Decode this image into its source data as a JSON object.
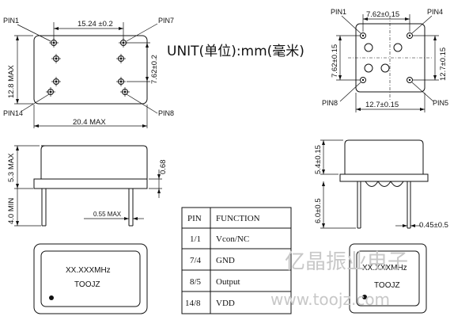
{
  "unit_note": "UNIT(单位):mm(毫米)",
  "top_view": {
    "pin1": "PIN1",
    "pin7": "PIN7",
    "pin14": "PIN14",
    "pin8": "PIN8",
    "pitch_width": "15.24 ±0.2",
    "pitch_height": "7.62±0.2",
    "overall_height": "12.8 MAX",
    "overall_width": "20.4 MAX"
  },
  "side_view": {
    "body_height": "5.3 MAX",
    "lead_length": "4.0 MIN",
    "lead_thickness": "0.55 MAX",
    "standoff": "0.68"
  },
  "pin_table": {
    "headers": [
      "PIN",
      "FUNCTION"
    ],
    "rows": [
      {
        "pin": "1/1",
        "function": "Vcon/NC"
      },
      {
        "pin": "7/4",
        "function": "GND"
      },
      {
        "pin": "8/5",
        "function": "Output"
      },
      {
        "pin": "14/8",
        "function": "VDD"
      }
    ]
  },
  "marking_left": {
    "line1": "XX.XXXMHz",
    "line2": "TOOJZ"
  },
  "half_view": {
    "pin1": "PIN1",
    "pin4": "PIN4",
    "pin8": "PIN8",
    "pin5": "PIN5",
    "pitch_top": "7.62±0.15",
    "pitch_left": "7.62±0.15",
    "pitch_right": "12.7±0.15",
    "pitch_bottom": "12.7±0.15"
  },
  "half_side_view": {
    "body_height": "5.4±0.15",
    "lead_length": "6.0±0.5",
    "lead_dim": "0.45±0.5"
  },
  "marking_right": {
    "line1": "XX.XXXMHz",
    "line2": "TOOJZ"
  },
  "watermark": {
    "company": "亿晶振业电子",
    "url": "www.toojz.com"
  }
}
